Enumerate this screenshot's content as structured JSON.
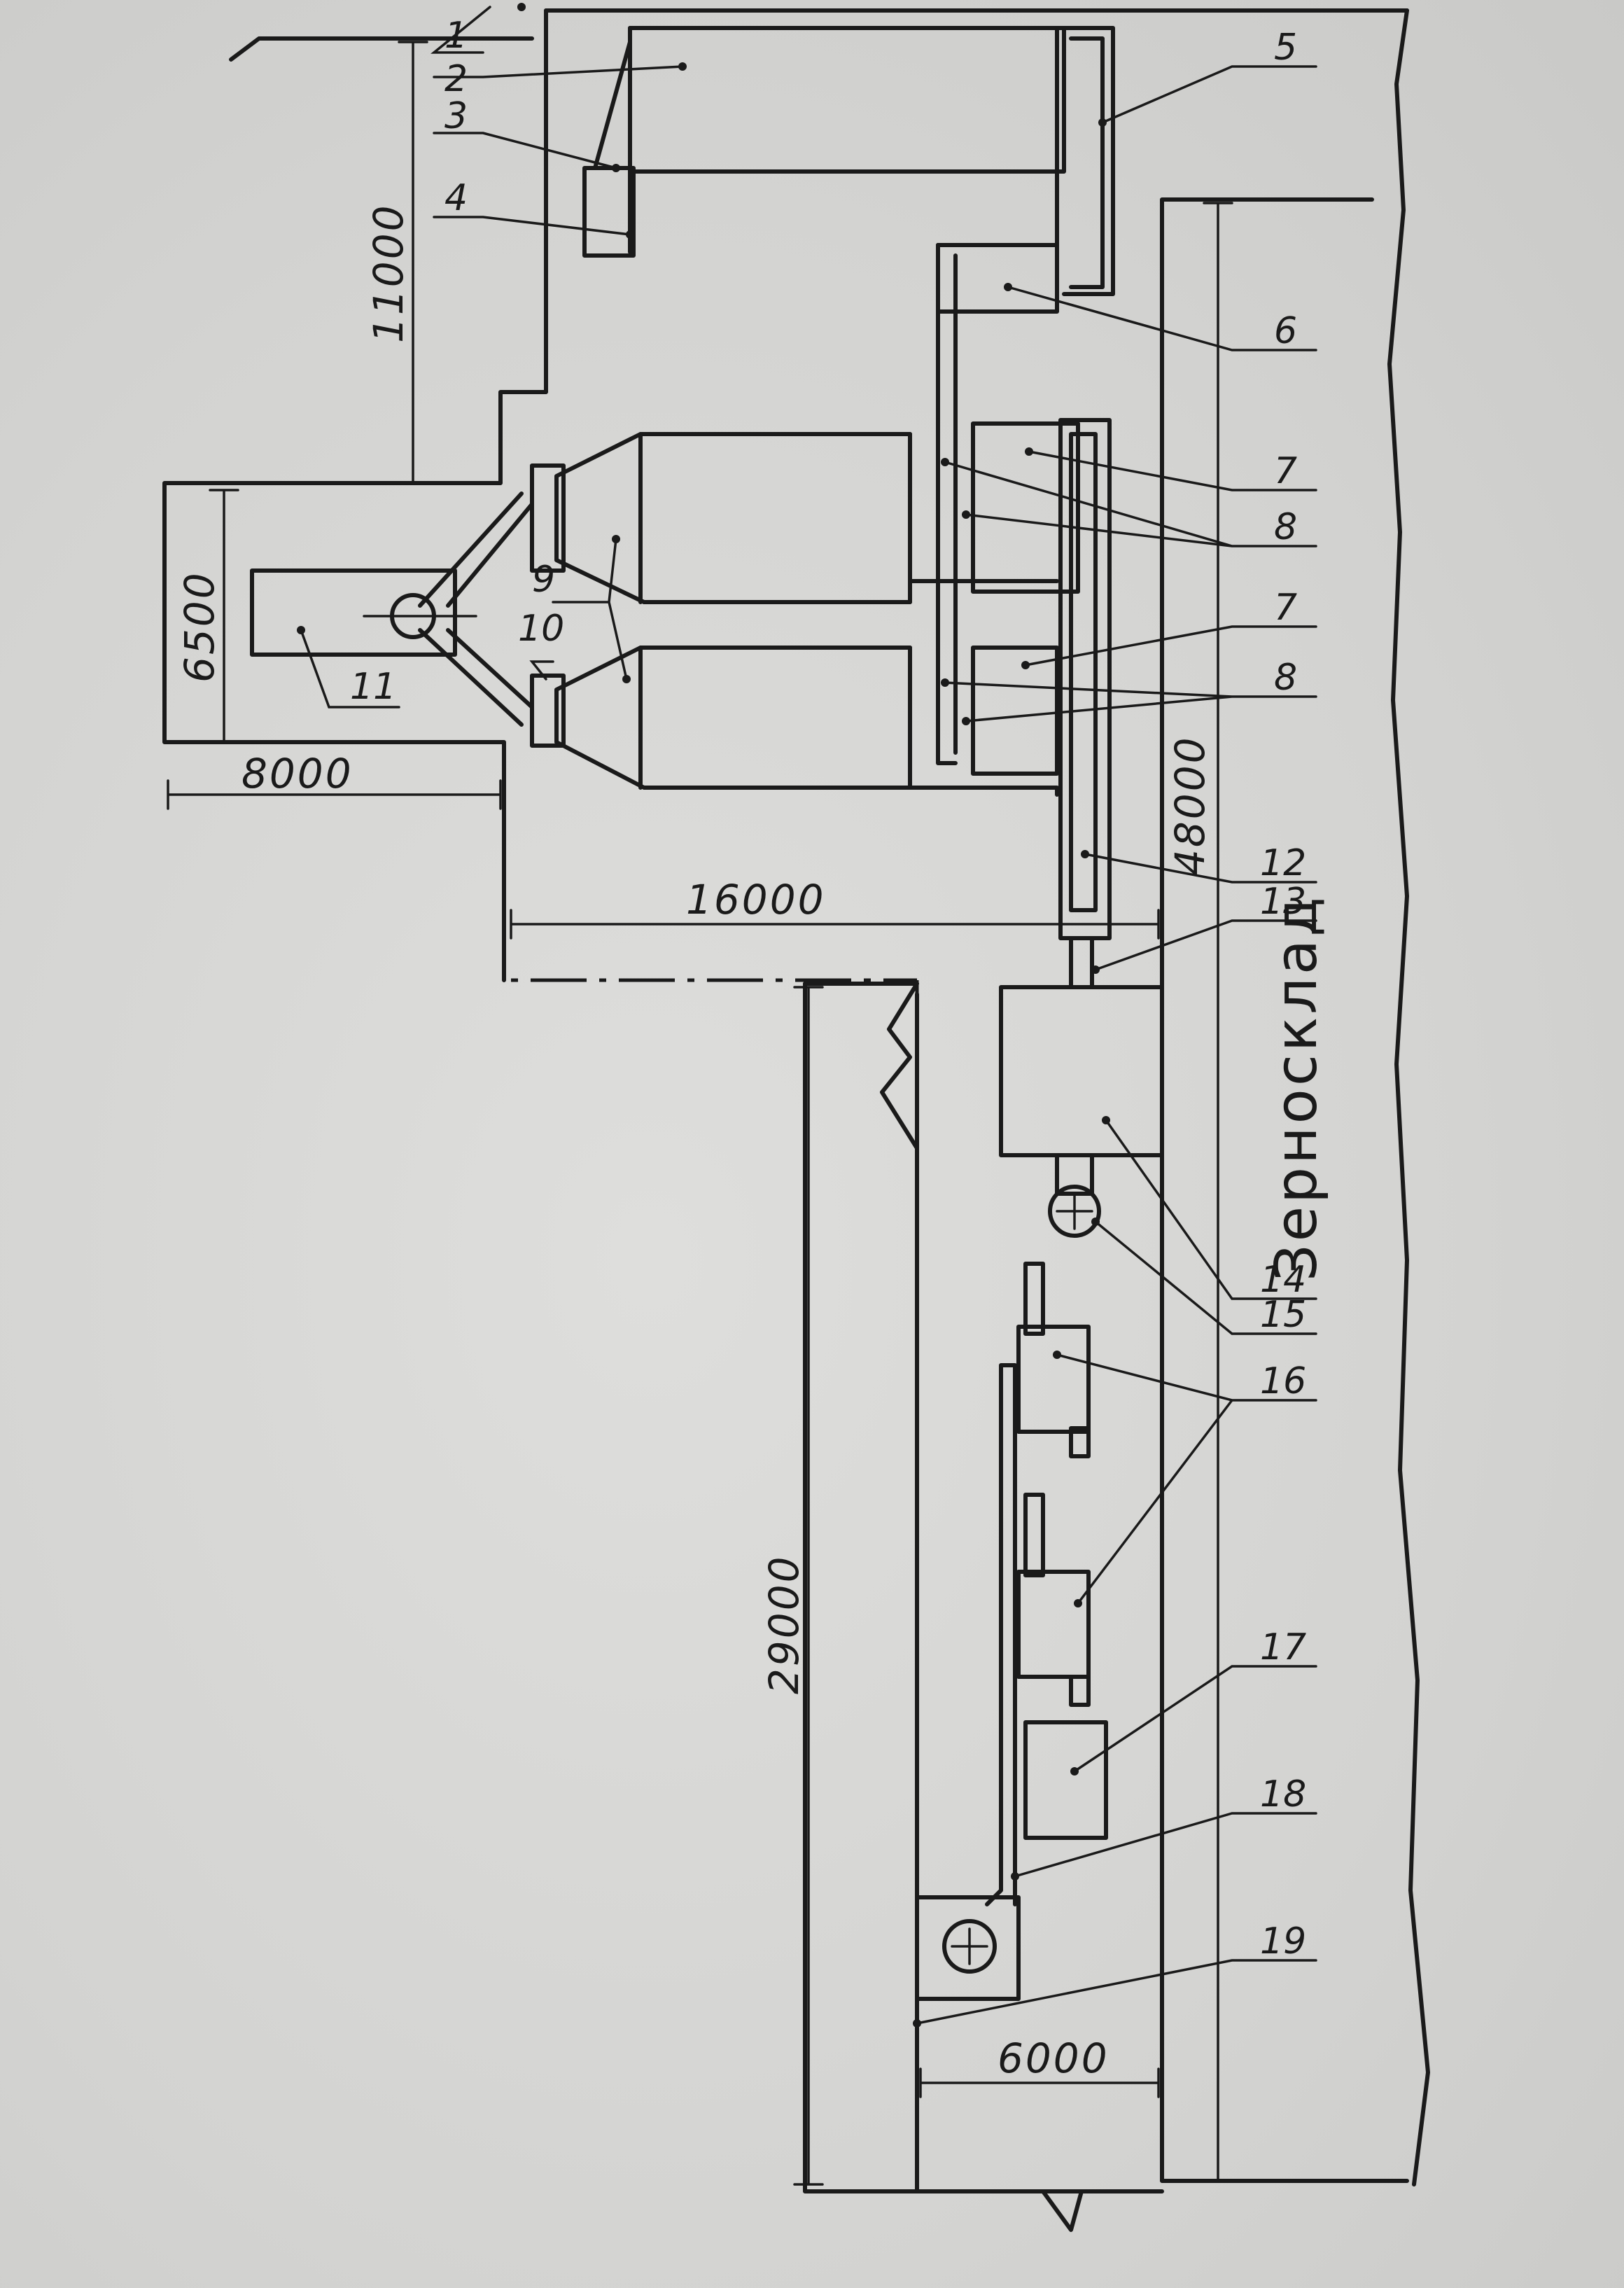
{
  "labels": [
    "1",
    "2",
    "3",
    "4",
    "5",
    "6",
    "7",
    "8",
    "7",
    "8",
    "9",
    "10",
    "11",
    "12",
    "13",
    "14",
    "15",
    "16",
    "17",
    "18",
    "19"
  ],
  "dimensions": {
    "d11000": "11000",
    "d6500": "6500",
    "d8000": "8000",
    "d16000": "16000",
    "d48000": "48000",
    "d29000": "29000",
    "d6000": "6000"
  },
  "building_label": "Зерносклад"
}
